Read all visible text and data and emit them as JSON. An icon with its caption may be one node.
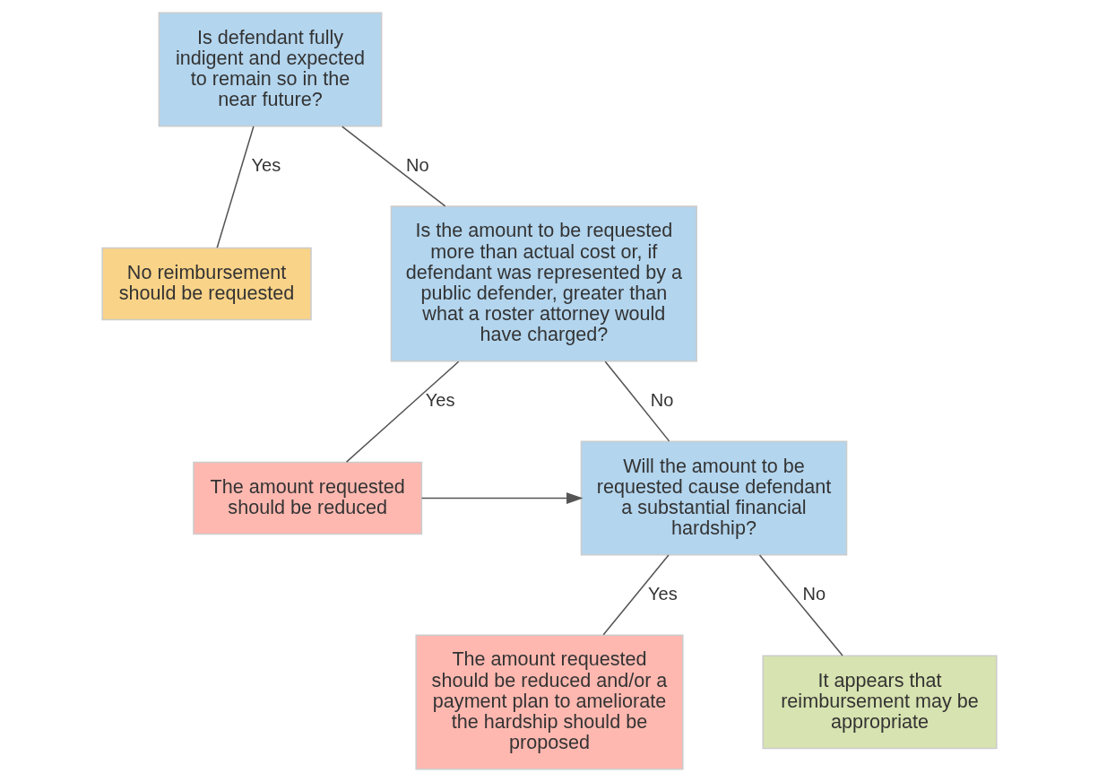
{
  "diagram": {
    "nodes": [
      {
        "text": [
          "Is defendant fully indigent and expected to remain so in the near future?"
        ]
      },
      {
        "text": [
          "No reimbursement should be requested"
        ]
      },
      {
        "text": [
          "Is the amount to be requested more than actual cost or, if defendant was represented by a public defender, greater than what a roster attorney would have charged?"
        ]
      },
      {
        "text": [
          "The amount requested should be reduced"
        ]
      },
      {
        "text": [
          "Will the amount to be requested cause defendant a substantial financial hardship?"
        ]
      },
      {
        "text": [
          "The amount requested should be reduced and/or a payment plan to ameliorate the hardship should be proposed"
        ]
      },
      {
        "text": [
          "It appears that reimbursement may be appropriate"
        ]
      }
    ],
    "edges": [
      {
        "from": 0,
        "to": 1,
        "arrow": "none",
        "label": "Yes"
      },
      {
        "from": 0,
        "to": 2,
        "arrow": "none",
        "label": "No"
      },
      {
        "from": 2,
        "to": 3,
        "arrow": "none",
        "label": "Yes"
      },
      {
        "from": 2,
        "to": 4,
        "arrow": "none",
        "label": "No"
      },
      {
        "from": 3,
        "to": 4,
        "arrow": "to"
      },
      {
        "from": 4,
        "to": 5,
        "arrow": "none",
        "label": "Yes"
      },
      {
        "from": 4,
        "to": 6,
        "arrow": "none",
        "label": "No"
      }
    ]
  }
}
